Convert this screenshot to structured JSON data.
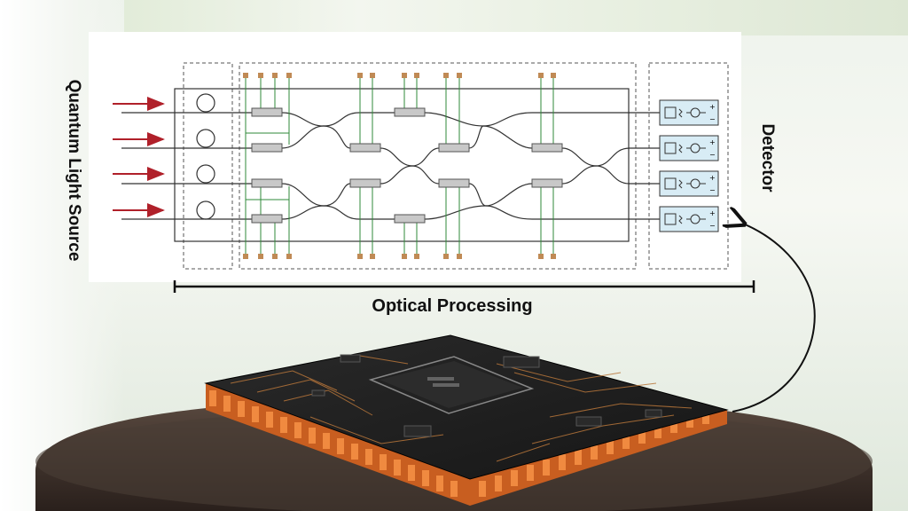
{
  "labels": {
    "quantum_light_source": "Quantum Light Source",
    "detector": "Detector",
    "optical_processing": "Optical Processing"
  },
  "colors": {
    "arrow": "#b0202a",
    "waveguide": "#333333",
    "phase_shifter": "#c8c8c8",
    "electrode_pad": "#c08a55",
    "electrode_line": "#2f8a3a",
    "detector_fill": "#d8ecf5",
    "chip_body": "#1e1e1e",
    "chip_pins": "#e8752e",
    "pedestal": "#3b302b"
  },
  "icons": {
    "input_arrow": "red-arrow-icon",
    "detector": "photodetector-icon",
    "callout": "curved-arrow-icon"
  }
}
